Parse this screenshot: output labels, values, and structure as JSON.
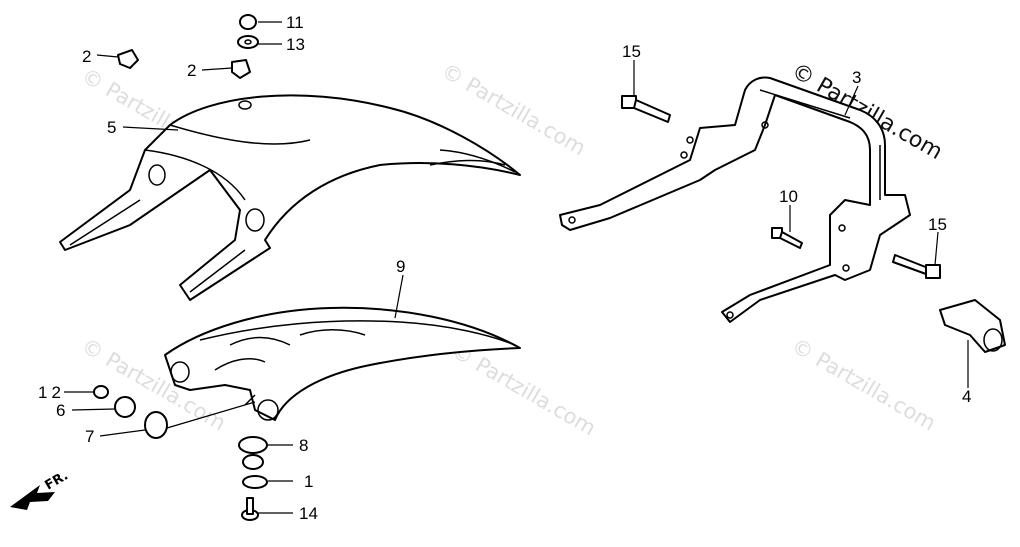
{
  "watermarks": {
    "dark": "© Partzilla.com",
    "light": "© Partzilla.com"
  },
  "direction_label": "FR.",
  "callouts": {
    "c1": "1",
    "c2a": "2",
    "c2b": "2",
    "c3": "3",
    "c4": "4",
    "c5": "5",
    "c6": "6",
    "c7": "7",
    "c8": "8",
    "c9": "9",
    "c10": "10",
    "c11": "11",
    "c12": "12",
    "c13": "13",
    "c14": "14",
    "c15a": "15",
    "c15b": "15"
  },
  "colors": {
    "ink": "#000000",
    "watermark": "#dddddd",
    "background": "#ffffff"
  }
}
